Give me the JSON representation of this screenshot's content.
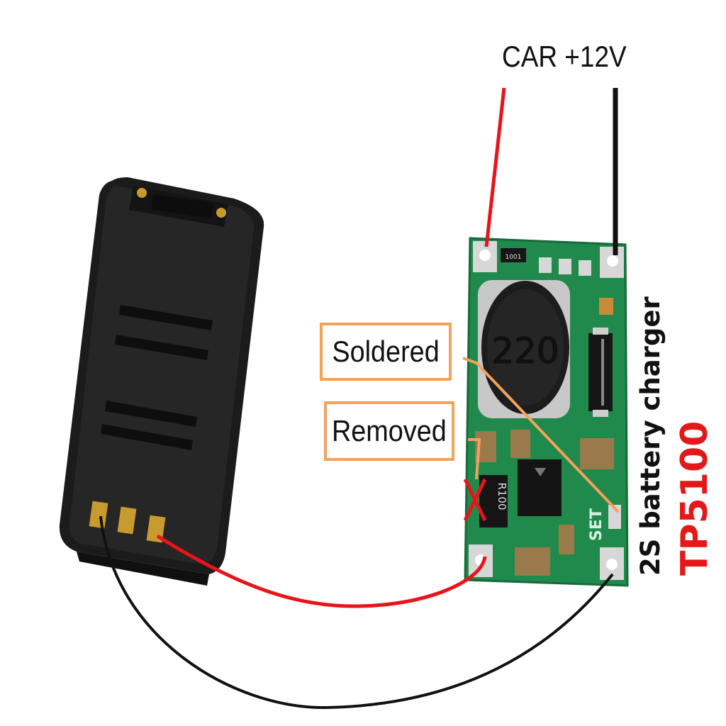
{
  "labels": {
    "power_source": "CAR +12V",
    "soldered": "Soldered",
    "removed": "Removed",
    "charger_description": "2S battery charger",
    "charger_model": "TP5100"
  },
  "board_markings": {
    "inductor": "220",
    "resistor_top": "1001",
    "resistor_side": "R100",
    "set_pad": "SET"
  },
  "colors": {
    "positive_wire": "#e8141a",
    "negative_wire": "#111111",
    "callout_border": "#f2a25a",
    "pcb": "#1f8a4c",
    "battery": "#1a1a1a",
    "model_text": "#e31818"
  }
}
